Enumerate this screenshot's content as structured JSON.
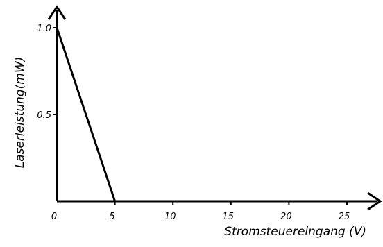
{
  "chart_data": {
    "type": "line",
    "title": "",
    "xlabel": "Stromsteuereingang (V)",
    "ylabel": "Laserleistung(mW)",
    "xlim": [
      0,
      25
    ],
    "ylim": [
      0,
      1.0
    ],
    "x_ticks": [
      0,
      5,
      10,
      15,
      20,
      25
    ],
    "x_tick_labels": [
      "0",
      "5",
      "10",
      "15",
      "20",
      "25"
    ],
    "y_ticks": [
      0.5,
      1.0
    ],
    "y_tick_labels": [
      "0.5",
      "1.0"
    ],
    "grid": false,
    "series": [
      {
        "x": [
          0,
          5,
          25
        ],
        "y": [
          1.0,
          0,
          0
        ]
      }
    ]
  },
  "colors": {
    "line": "#000000",
    "axis": "#000000"
  }
}
